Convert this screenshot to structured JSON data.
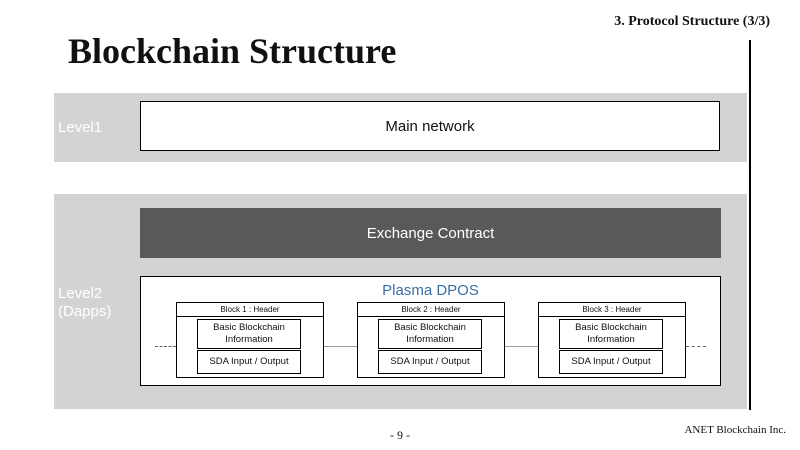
{
  "header": {
    "section": "3. Protocol Structure (3/3)",
    "title": "Blockchain Structure"
  },
  "level1": {
    "label": "Level1",
    "main_network": "Main network"
  },
  "level2": {
    "label_line1": "Level2",
    "label_line2": "(Dapps)",
    "exchange": "Exchange Contract",
    "plasma": {
      "title": "Plasma DPOS",
      "title_color": "#3c6ea8",
      "blocks": [
        {
          "header": "Block 1 : Header",
          "info_line1": "Basic Blockchain",
          "info_line2": "Information",
          "io": "SDA Input / Output"
        },
        {
          "header": "Block 2 : Header",
          "info_line1": "Basic Blockchain",
          "info_line2": "Information",
          "io": "SDA Input / Output"
        },
        {
          "header": "Block 3 : Header",
          "info_line1": "Basic Blockchain",
          "info_line2": "Information",
          "io": "SDA Input / Output"
        }
      ]
    }
  },
  "footer": {
    "page": "- 9 -",
    "company": "ANET Blockchain Inc."
  },
  "colors": {
    "band": "#d3d3d3",
    "exchange_bg": "#595959"
  }
}
